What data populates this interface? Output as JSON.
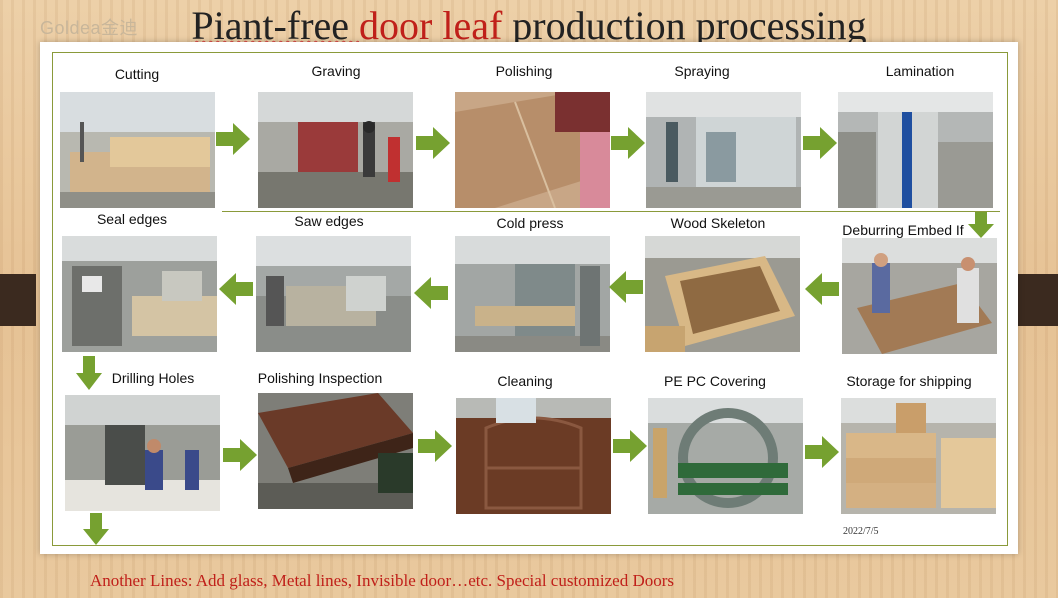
{
  "brand": "Goldea金迪",
  "title": {
    "part1": "Piant-free ",
    "part2": "door leaf",
    "part3": " production processing"
  },
  "steps": {
    "cutting": "Cutting",
    "graving": "Graving",
    "polishing": "Polishing",
    "spraying": "Spraying",
    "lamination": "Lamination",
    "seal_edges": "Seal edges",
    "saw_edges": "Saw edges",
    "cold_press": "Cold press",
    "wood_skeleton": "Wood Skeleton",
    "deburring": "Deburring Embed If",
    "drilling_holes": "Drilling Holes",
    "polishing_inspection": "Polishing Inspection",
    "cleaning": "Cleaning",
    "pe_pc_covering": "PE PC Covering",
    "storage": "Storage for shipping"
  },
  "date": "2022/7/5",
  "footer": "Another Lines: Add glass, Metal lines, Invisible door…etc. Special customized Doors",
  "colors": {
    "arrow": "#76a130",
    "accent_red": "#c0201a",
    "frame": "#8a9a3a"
  }
}
